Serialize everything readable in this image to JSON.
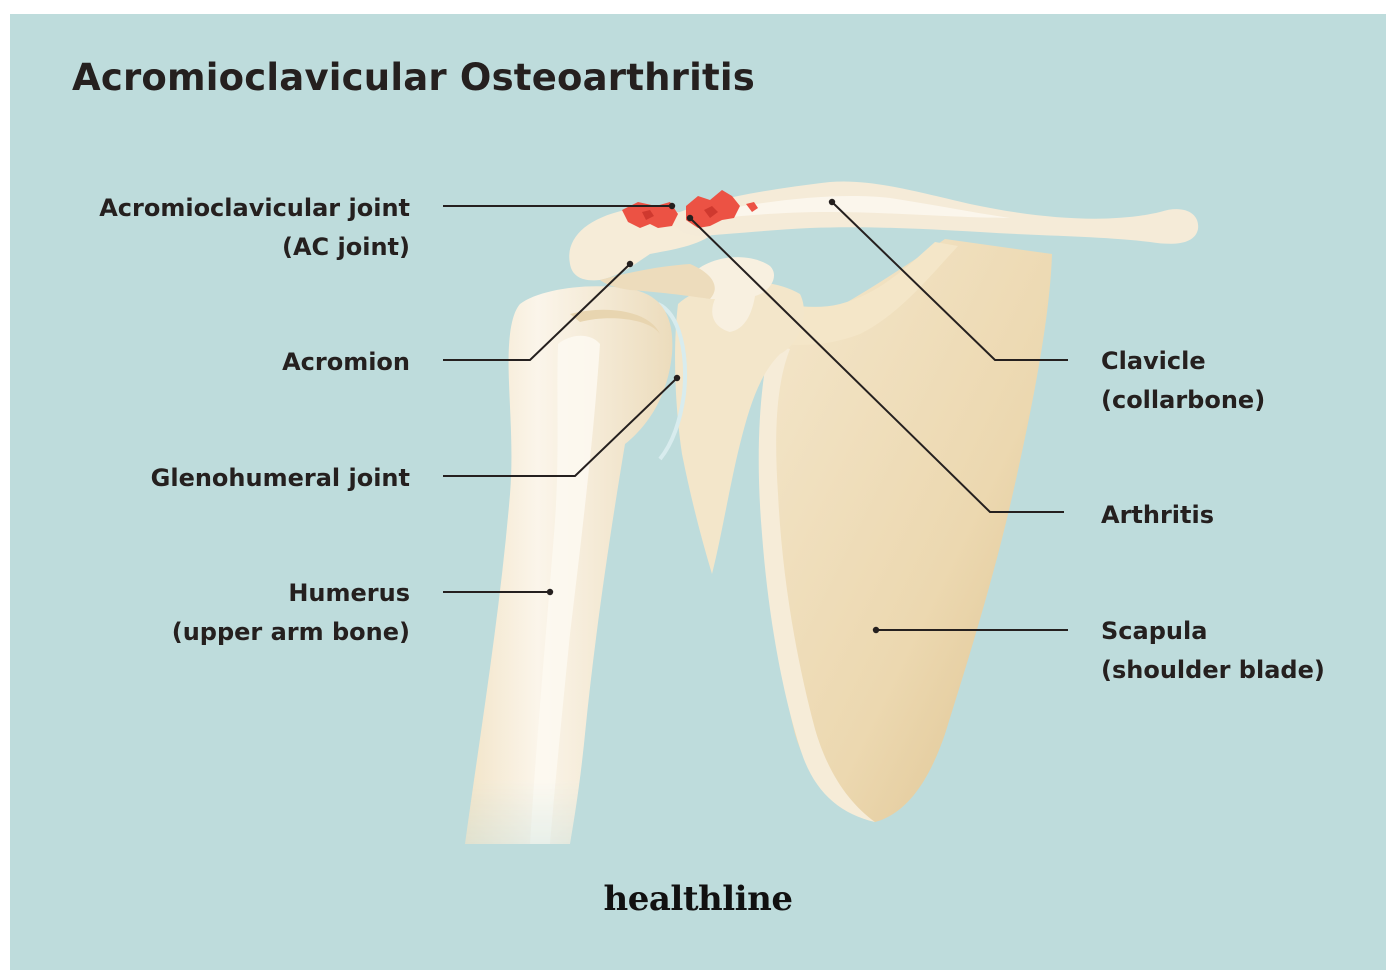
{
  "colors": {
    "background": "#bedcdc",
    "bone_light": "#f7f0e4",
    "bone_mid": "#eddcbc",
    "bone_shadow": "#dcc08c",
    "arthritis": "#ec5244",
    "text": "#25201f"
  },
  "title": "Acromioclavicular Osteoarthritis",
  "labels_left": [
    {
      "id": "ac-joint",
      "lines": [
        "Acromioclavicular joint",
        "(AC joint)"
      ]
    },
    {
      "id": "acromion",
      "lines": [
        "Acromion"
      ]
    },
    {
      "id": "glenohumeral",
      "lines": [
        "Glenohumeral joint"
      ]
    },
    {
      "id": "humerus",
      "lines": [
        "Humerus",
        "(upper arm bone)"
      ]
    }
  ],
  "labels_right": [
    {
      "id": "clavicle",
      "lines": [
        "Clavicle",
        "(collarbone)"
      ]
    },
    {
      "id": "arthritis",
      "lines": [
        "Arthritis"
      ]
    },
    {
      "id": "scapula",
      "lines": [
        "Scapula",
        "(shoulder blade)"
      ]
    }
  ],
  "brand": "healthline"
}
